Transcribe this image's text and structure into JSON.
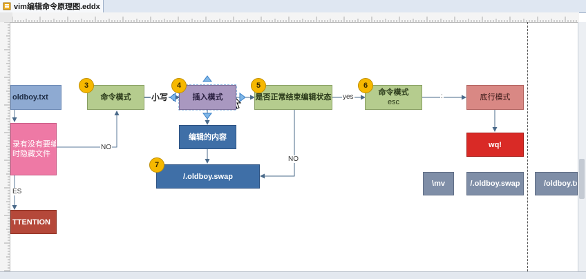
{
  "window": {
    "tab_title": "vim编辑命令原理图.eddx"
  },
  "nodes": {
    "oldboy_txt": "oldboy.txt",
    "record_check": [
      "录有没有要编",
      "时隐藏文件"
    ],
    "attention": "TTENTION",
    "cmd_mode_1": "命令模式",
    "small_write": "小写",
    "insert_mode": "插入模式",
    "check_exit": "是否正常结束编辑状态",
    "cmd_mode_esc": [
      "命令模式",
      "esc"
    ],
    "lastline_mode": "底行模式",
    "wq": "wq!",
    "edited_content": "编辑的内容",
    "swap_file": "/.oldboy.swap",
    "mv": "\\mv",
    "swap2": "/.oldboy.swap",
    "swap3": "/oldboy.tx"
  },
  "badges": [
    "3",
    "4",
    "5",
    "6",
    "7"
  ],
  "edge_labels": {
    "no1": "NO",
    "yes1": "yes",
    "colon": ":",
    "no2": "NO",
    "yes_left": "ES"
  },
  "colors": {
    "green": "#b5cc8e",
    "purple": "#a998c0",
    "blue_dark": "#3f6fa7",
    "blue_light": "#8eaad2",
    "pink": "#ee79a5",
    "salmon": "#d98884",
    "red": "#d92a26",
    "gray_blue": "#7f8ea7",
    "brick": "#b5483a"
  }
}
